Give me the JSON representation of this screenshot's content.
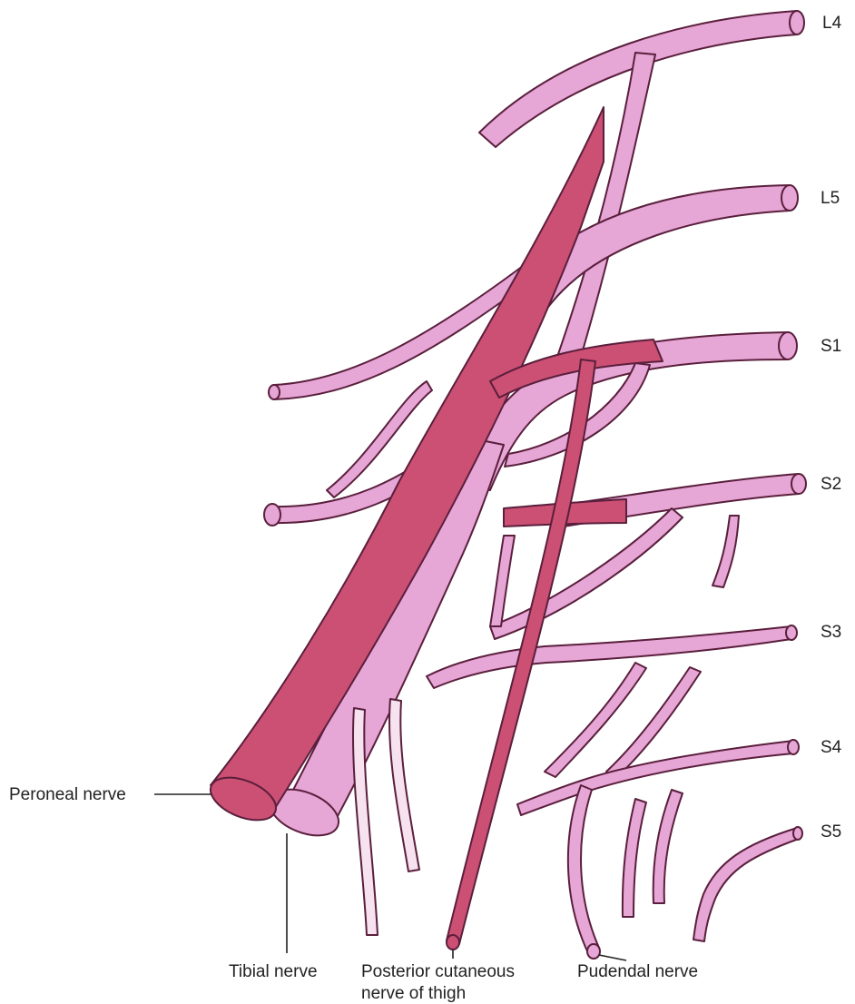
{
  "colors": {
    "tibial": "#e6a6d6",
    "peroneal": "#cc4f74",
    "outline": "#5a1f3c",
    "leader": "#222222"
  },
  "roots": {
    "L4": "L4",
    "L5": "L5",
    "S1": "S1",
    "S2": "S2",
    "S3": "S3",
    "S4": "S4",
    "S5": "S5"
  },
  "labels": {
    "peroneal": "Peroneal nerve",
    "tibial": "Tibial nerve",
    "posterior_cutaneous_line1": "Posterior cutaneous",
    "posterior_cutaneous_line2": "nerve of thigh",
    "pudendal": "Pudendal nerve"
  }
}
